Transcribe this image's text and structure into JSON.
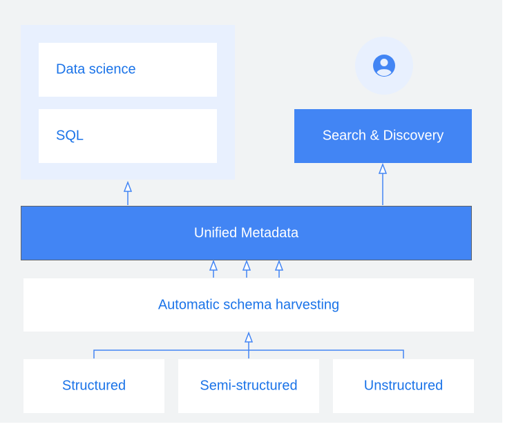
{
  "consumers": {
    "data_science_label": "Data science",
    "sql_label": "SQL"
  },
  "search_discovery": {
    "label": "Search & Discovery",
    "icon": "user-icon"
  },
  "unified_metadata": {
    "label": "Unified Metadata"
  },
  "harvesting": {
    "label": "Automatic schema harvesting"
  },
  "sources": [
    {
      "label": "Structured"
    },
    {
      "label": "Semi-structured"
    },
    {
      "label": "Unstructured"
    }
  ],
  "colors": {
    "accent": "#4285f4",
    "text_accent": "#1a73e8",
    "panel": "#e8f0fe",
    "background": "#f1f3f4"
  }
}
